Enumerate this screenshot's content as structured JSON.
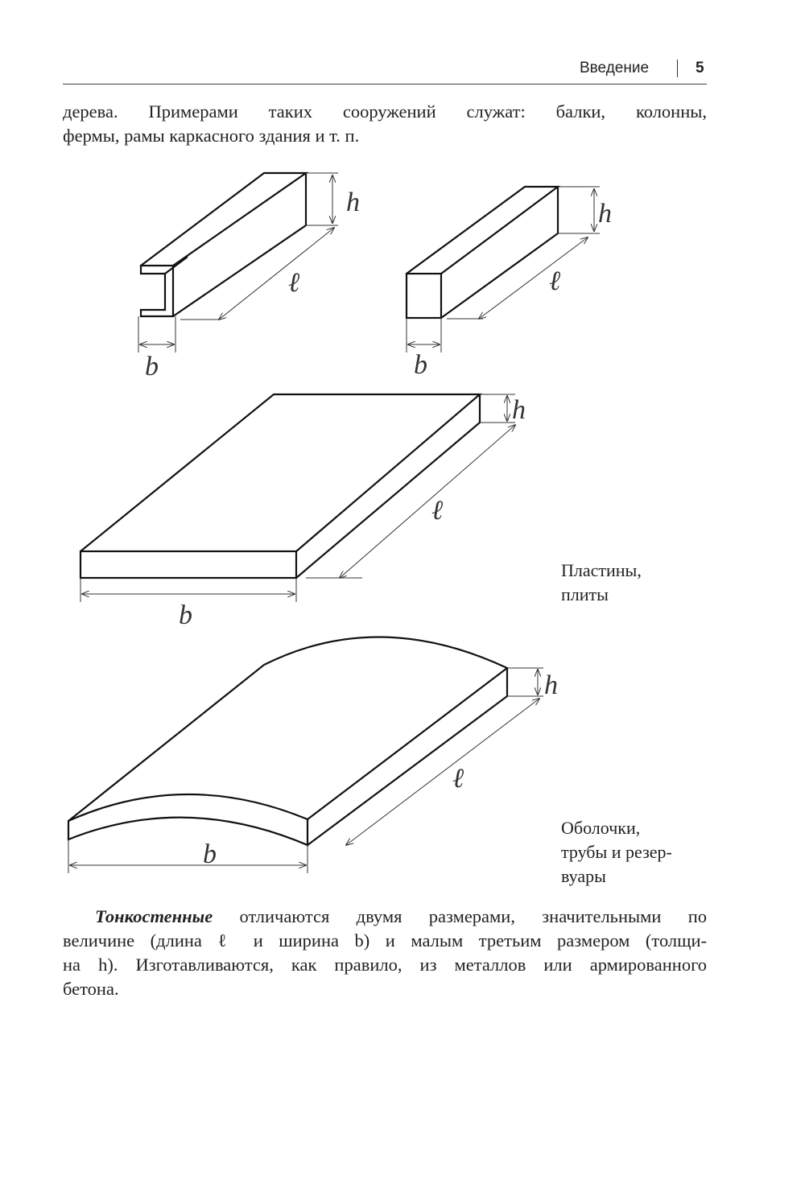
{
  "header": {
    "section": "Введение",
    "page_number": "5"
  },
  "intro_lines": [
    "дерева. Примерами таких сооружений служат: балки, колонны,",
    "фермы, рамы каркасного здания и т. п."
  ],
  "figure": {
    "labels": {
      "h": "h",
      "l": "ℓ",
      "b": "b"
    },
    "plates_caption": [
      "Пластины,",
      "плиты"
    ],
    "shells_caption": [
      "Оболочки,",
      "трубы и резер-",
      "вуары"
    ]
  },
  "paragraph": {
    "term": "Тонкостенные",
    "line1_rest": " отличаются двумя размерами, значительными по",
    "line2": "величине (длина ℓ и ширина b) и малым третьим размером (толщи-",
    "line3": "на h). Изготавливаются, как правило, из металлов или армированного",
    "line4": "бетона."
  }
}
